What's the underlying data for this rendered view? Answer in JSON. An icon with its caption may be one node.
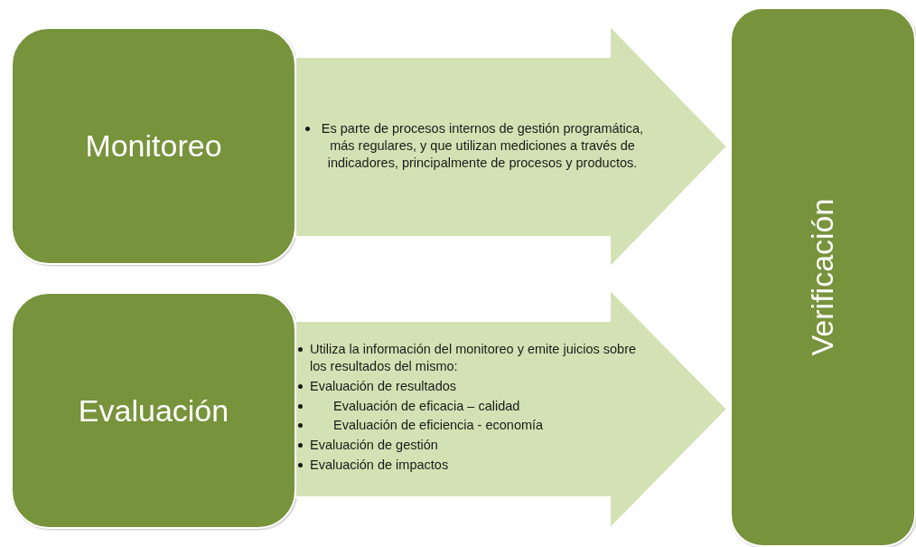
{
  "diagram": {
    "nodes": [
      {
        "text": [
          "Monitoreo"
        ]
      },
      {
        "text": [
          "Es parte de procesos internos de gestión programática, más regulares, y que utilizan mediciones a través de indicadores, principalmente de procesos y productos."
        ]
      },
      {
        "text": [
          "Evaluación"
        ]
      },
      {
        "text": [
          "Utiliza la información del monitoreo y emite juicios sobre los resultados del mismo:",
          "Evaluación de resultados",
          "Evaluación de eficacia – calidad",
          "Evaluación de eficiencia - economía",
          "Evaluación de gestión",
          "Evaluación de impactos"
        ]
      },
      {
        "text": [
          "Verificación"
        ]
      }
    ]
  }
}
